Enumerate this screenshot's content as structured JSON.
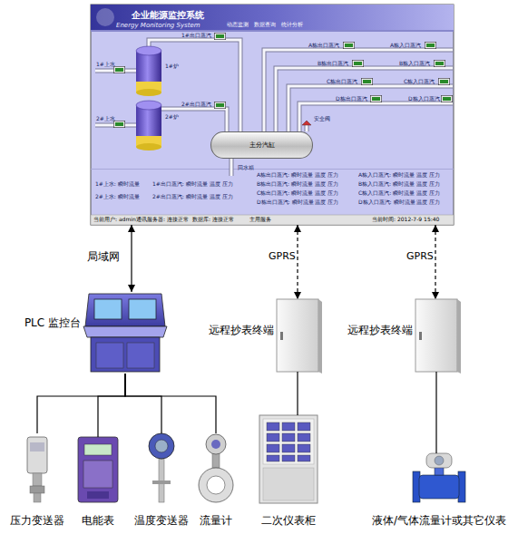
{
  "diagram": {
    "nodes": [
      {
        "text": [
          "企业能源监控系统",
          "Energy Monitoring System"
        ]
      },
      {
        "text": [
          "主分汽缸"
        ],
        "in": 0
      },
      {
        "text": [
          "PLC 监控台"
        ]
      },
      {
        "text": [
          "远程抄表终端"
        ]
      },
      {
        "text": [
          "远程抄表终端"
        ]
      },
      {
        "text": [
          "压力变送器"
        ]
      },
      {
        "text": [
          "电能表"
        ]
      },
      {
        "text": [
          "温度变送器"
        ]
      },
      {
        "text": [
          "流量计"
        ]
      },
      {
        "text": [
          "二次仪表柜"
        ]
      },
      {
        "text": [
          "液体/气体流量计或其它仪表"
        ]
      }
    ],
    "edges": [
      {
        "from": 0,
        "to": 2,
        "label": "局域网",
        "arrow": "both"
      },
      {
        "from": 0,
        "to": 3,
        "label": "GPRS",
        "arrow": "both"
      },
      {
        "from": 0,
        "to": 4,
        "label": "GPRS",
        "arrow": "both"
      },
      {
        "from": 2,
        "to": 5,
        "arrow": "none"
      },
      {
        "from": 2,
        "to": 6,
        "arrow": "none"
      },
      {
        "from": 2,
        "to": 7,
        "arrow": "none"
      },
      {
        "from": 2,
        "to": 8,
        "arrow": "none"
      },
      {
        "from": 3,
        "to": 9,
        "arrow": "none"
      },
      {
        "from": 4,
        "to": 10,
        "arrow": "none"
      }
    ],
    "labels": [
      "动态监测",
      "数据查询",
      "统计分析",
      "1#上水",
      "1#炉",
      "2#上水",
      "2#炉",
      "1#出口蒸汽",
      "2#出口蒸汽",
      "A栋出口蒸汽",
      "A栋入口蒸汽",
      "B栋出口蒸汽",
      "B栋入口蒸汽",
      "C栋出口蒸汽",
      "C栋入口蒸汽",
      "D栋出口蒸汽",
      "D栋入口蒸汽",
      "安全阀",
      "回水箱",
      "1#上水: 瞬时流量",
      "1#出口蒸汽: 瞬时流量 温度 压力",
      "2#上水: 瞬时流量",
      "2#出口蒸汽: 瞬时流量 温度 压力",
      "A栋出口蒸汽: 瞬时流量 温度 压力",
      "A栋入口蒸汽: 瞬时流量 温度 压力",
      "B栋出口蒸汽: 瞬时流量 温度 压力",
      "B栋入口蒸汽: 瞬时流量 温度 压力",
      "C栋出口蒸汽: 瞬时流量 温度 压力",
      "C栋入口蒸汽: 瞬时流量 温度 压力",
      "D栋出口蒸汽: 瞬时流量 温度 压力",
      "D栋入口蒸汽: 瞬时流量 温度 压力",
      "当前用户: admin",
      "通讯服务器: 连接正常",
      "数据库: 连接正常",
      "主用服务",
      "当前时间: 2012-7-9 15:40"
    ]
  }
}
